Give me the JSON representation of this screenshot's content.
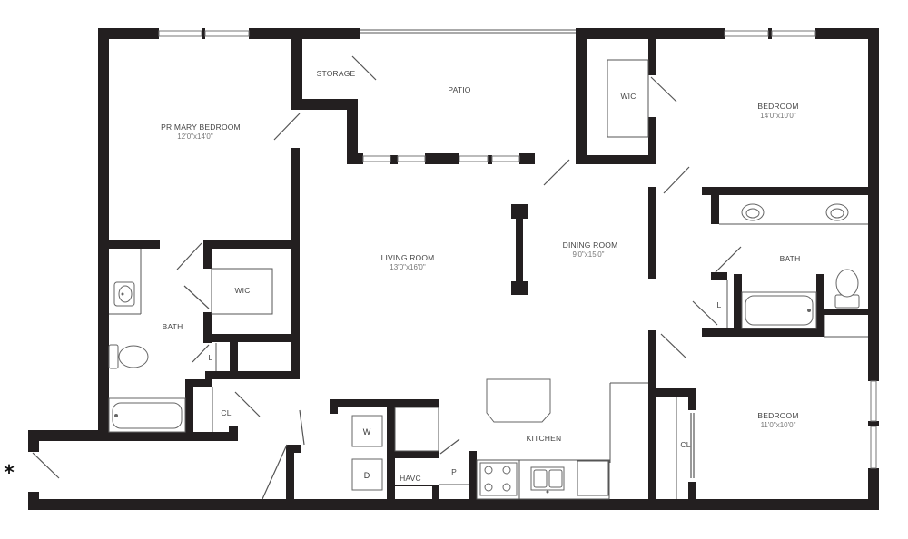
{
  "rooms": {
    "primary_bedroom": {
      "name": "PRIMARY BEDROOM",
      "dims": "12'0\"x14'0\""
    },
    "storage": {
      "name": "STORAGE"
    },
    "patio": {
      "name": "PATIO"
    },
    "wic_right": {
      "name": "WIC"
    },
    "bedroom_top": {
      "name": "BEDROOM",
      "dims": "14'0\"x10'0\""
    },
    "wic_left": {
      "name": "WIC"
    },
    "living_room": {
      "name": "LIVING ROOM",
      "dims": "13'0\"x16'0\""
    },
    "dining_room": {
      "name": "DINING ROOM",
      "dims": "9'0\"x15'0\""
    },
    "bath_right": {
      "name": "BATH"
    },
    "bath_left": {
      "name": "BATH"
    },
    "linen_left": {
      "name": "L"
    },
    "linen_right": {
      "name": "L"
    },
    "closet_left": {
      "name": "CL"
    },
    "closet_right": {
      "name": "CL"
    },
    "kitchen": {
      "name": "KITCHEN"
    },
    "bedroom_bottom": {
      "name": "BEDROOM",
      "dims": "11'0\"x10'0\""
    },
    "washer": {
      "name": "W"
    },
    "dryer": {
      "name": "D"
    },
    "havc": {
      "name": "HAVC"
    },
    "pantry": {
      "name": "P"
    }
  },
  "entry_marker": "*",
  "colors": {
    "wall": "#231f20",
    "text": "#444444",
    "line": "#555555"
  }
}
